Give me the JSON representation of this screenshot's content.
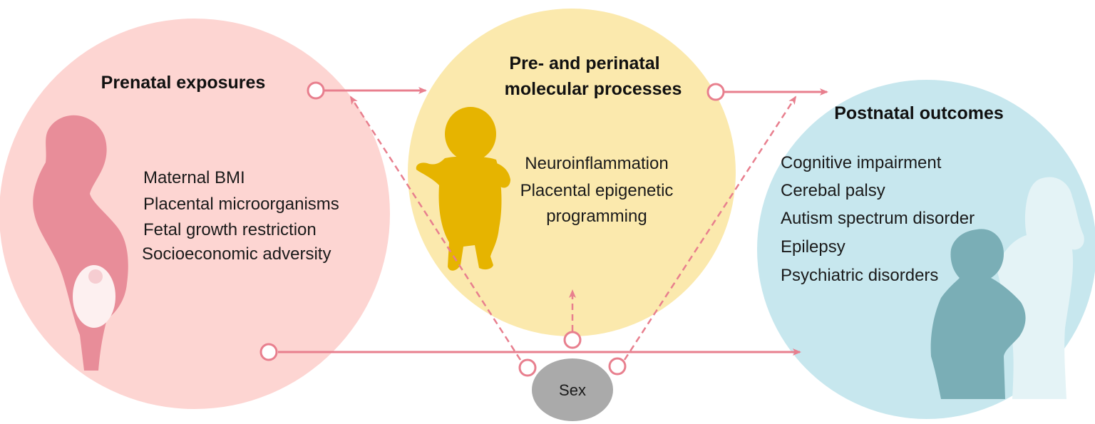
{
  "colors": {
    "prenatal_circle": "#fdd5d2",
    "processes_circle": "#fbe9ad",
    "postnatal_circle": "#c7e7ee",
    "mother_silhouette": "#e88d99",
    "fetus": "#fdf0f0",
    "baby_silhouette": "#e6b400",
    "children_silhouette": "#7aaeb6",
    "girl_silhouette": "#e4f3f6",
    "arrow": "#e87f8e",
    "sex_ellipse": "#aaaaaa"
  },
  "prenatal": {
    "title": "Prenatal exposures",
    "items": [
      "Maternal BMI",
      "Placental microorganisms",
      "Fetal growth restriction",
      "Socioeconomic adversity"
    ],
    "icon": "pregnant-woman-silhouette"
  },
  "processes": {
    "title_line1": "Pre- and perinatal",
    "title_line2": "molecular processes",
    "items": [
      "Neuroinflammation",
      "Placental epigenetic",
      "programming"
    ],
    "icon": "baby-silhouette"
  },
  "postnatal": {
    "title": "Postnatal outcomes",
    "items": [
      "Cognitive impairment",
      "Cerebal palsy",
      "Autism spectrum disorder",
      "Epilepsy",
      "Psychiatric disorders"
    ],
    "icon": "children-silhouette"
  },
  "sex": {
    "label": "Sex"
  }
}
